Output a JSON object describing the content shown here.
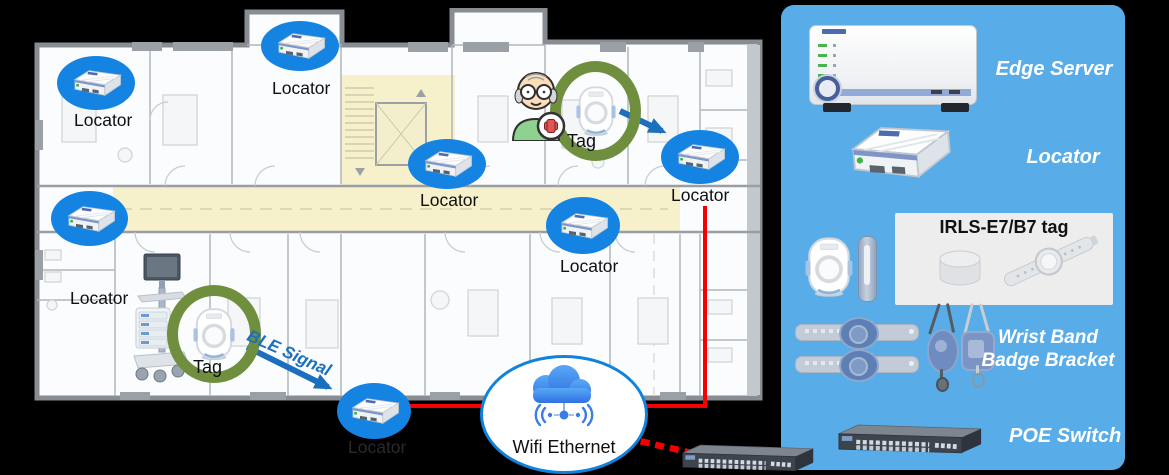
{
  "map": {
    "locators": [
      {
        "label": "Locator"
      },
      {
        "label": "Locator"
      },
      {
        "label": "Locator"
      },
      {
        "label": "Locator"
      },
      {
        "label": "Locator"
      },
      {
        "label": "Locator"
      },
      {
        "label": "Locator"
      }
    ],
    "tags": [
      {
        "label": "Tag"
      },
      {
        "label": "Tag"
      }
    ],
    "ble_signal": "BLE Signal",
    "wifi_ethernet": "Wifi Ethernet"
  },
  "legend": {
    "items": [
      {
        "label": "Edge Server"
      },
      {
        "label": "Locator"
      },
      {
        "label": "IRLS-E7/B7 tag"
      },
      {
        "label": "Wrist Band"
      },
      {
        "label": "Badge Bracket"
      },
      {
        "label": "POE Switch"
      }
    ]
  },
  "colors": {
    "locator_marker_blue": "#1583e2",
    "tag_ring_green": "#6f8f3e",
    "legend_panel_blue": "#58ade9",
    "corridor_yellow": "#f6f1cb",
    "cable_red": "#f40000",
    "ble_arrow_blue": "#1b6fbd",
    "cloud_blue": "#2e6ee3"
  }
}
